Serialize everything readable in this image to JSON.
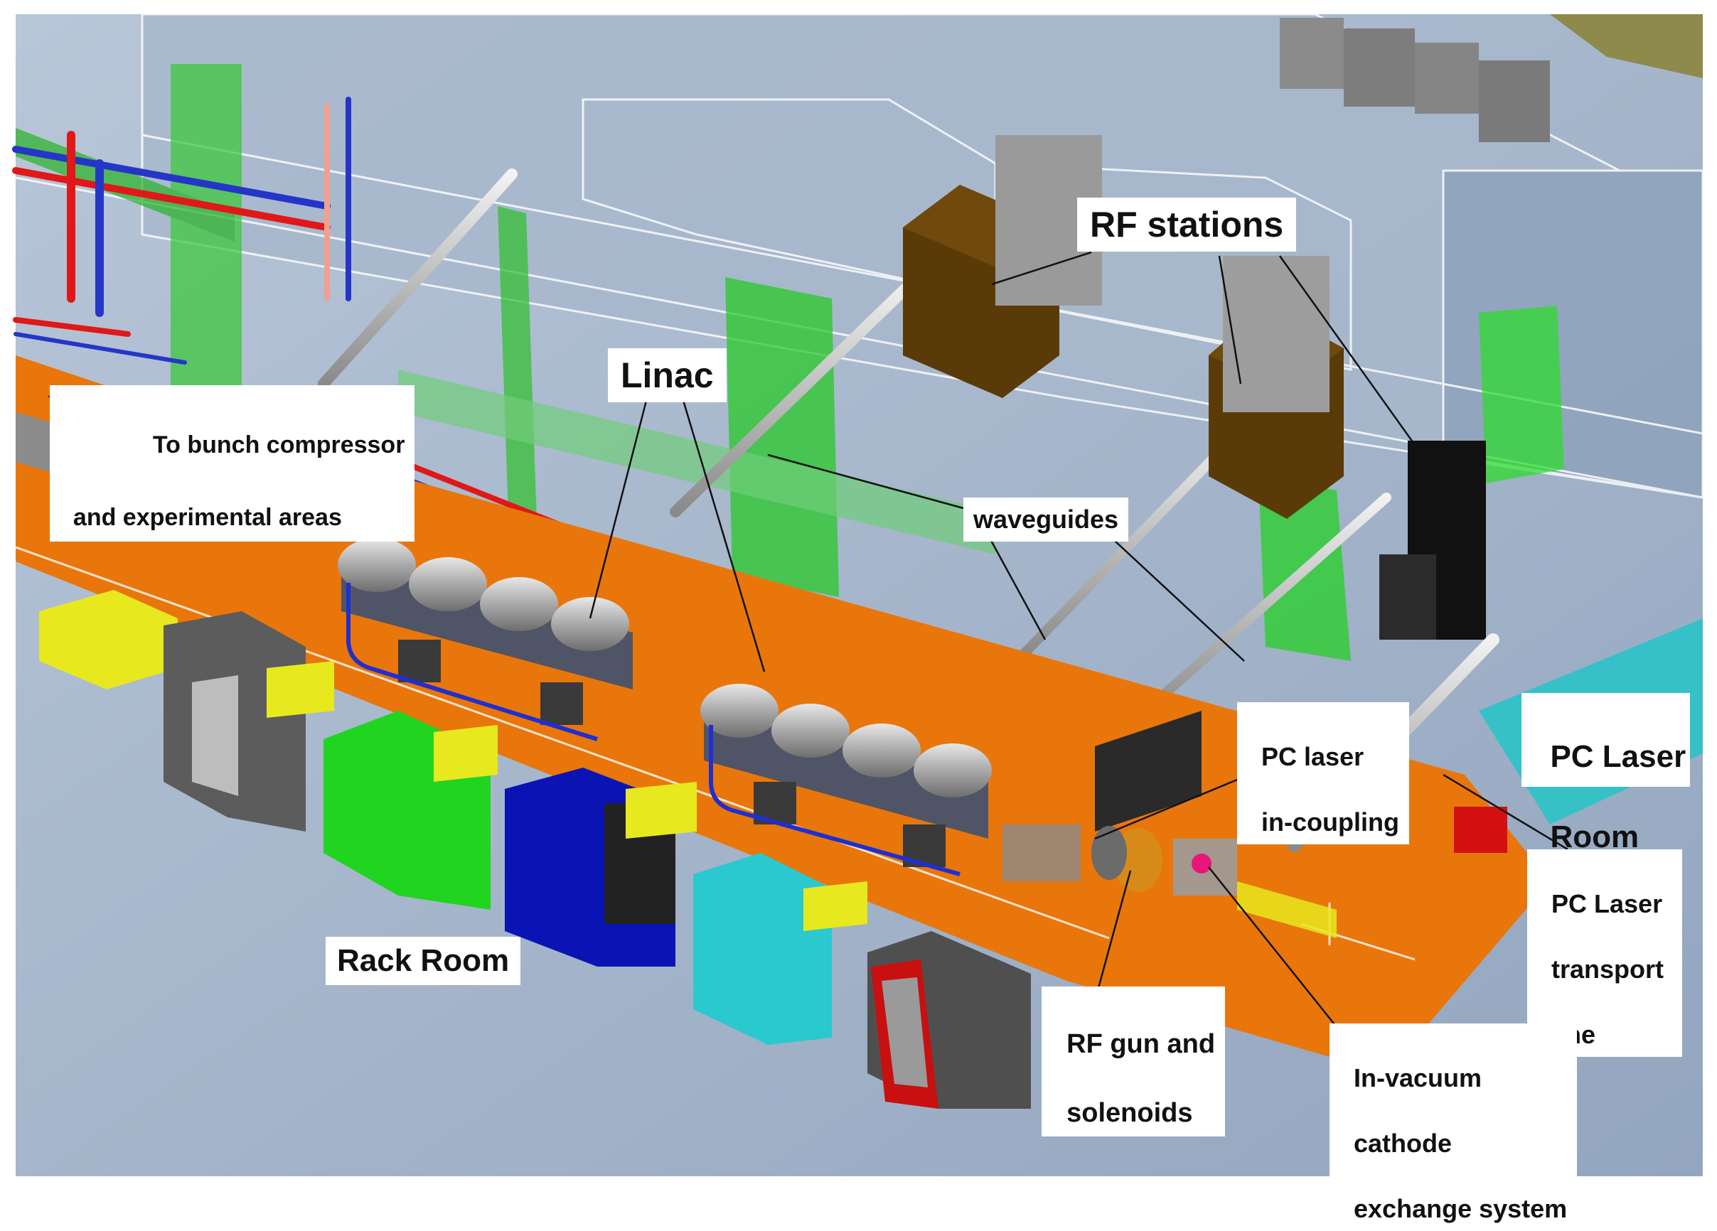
{
  "labels": {
    "rf_stations": "RF stations",
    "linac": "Linac",
    "bunch_compressor_line1": "To bunch compressor",
    "bunch_compressor_line2": "and experimental areas",
    "waveguides": "waveguides",
    "pc_laser_incoupling_line1": "PC laser",
    "pc_laser_incoupling_line2": "in-coupling",
    "pc_laser_room_line1": "PC Laser",
    "pc_laser_room_line2": "Room",
    "pc_laser_transport_line1": "PC Laser",
    "pc_laser_transport_line2": "transport",
    "pc_laser_transport_line3": "line",
    "rack_room": "Rack Room",
    "rf_gun_line1": "RF gun and",
    "rf_gun_line2": "solenoids",
    "cathode_line1": "In-vacuum",
    "cathode_line2": "cathode",
    "cathode_line3": "exchange system"
  },
  "colors": {
    "floor": "#e9760b",
    "building": "#9fb1c8",
    "klystron": "#5a3b07",
    "module_green": "#3fd63f",
    "module_blue": "#0a14b4",
    "module_cyan": "#29c9cf",
    "module_yellow": "#e8e81e",
    "rack_grey": "#5c5c5c",
    "cavity": "#bdbdbd",
    "pipe_red": "#e01818",
    "pipe_blue": "#2436c8"
  }
}
